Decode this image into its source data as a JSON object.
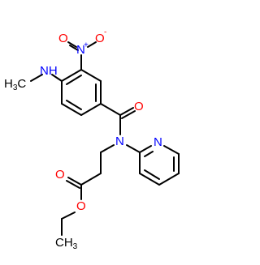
{
  "molecule": {
    "atoms": {
      "n_amine": "H",
      "n_amine_n": "N",
      "methyl_h": "H",
      "methyl_sub": "3",
      "methyl_c": "C",
      "nitro_n": "N",
      "nitro_plus": "+",
      "nitro_o": "O",
      "nitro_minus": "-",
      "nitro_o2": "O",
      "carbonyl_o": "O",
      "amide_n": "N",
      "pyridine_n": "N",
      "ester_o_carbonyl": "O",
      "ester_o_link": "O",
      "ethyl_ch": "CH",
      "ethyl_sub": "3"
    },
    "colors": {
      "bond": "#000000",
      "nitrogen": "#0000ff",
      "oxygen": "#ff0000",
      "carbon": "#000000"
    }
  }
}
